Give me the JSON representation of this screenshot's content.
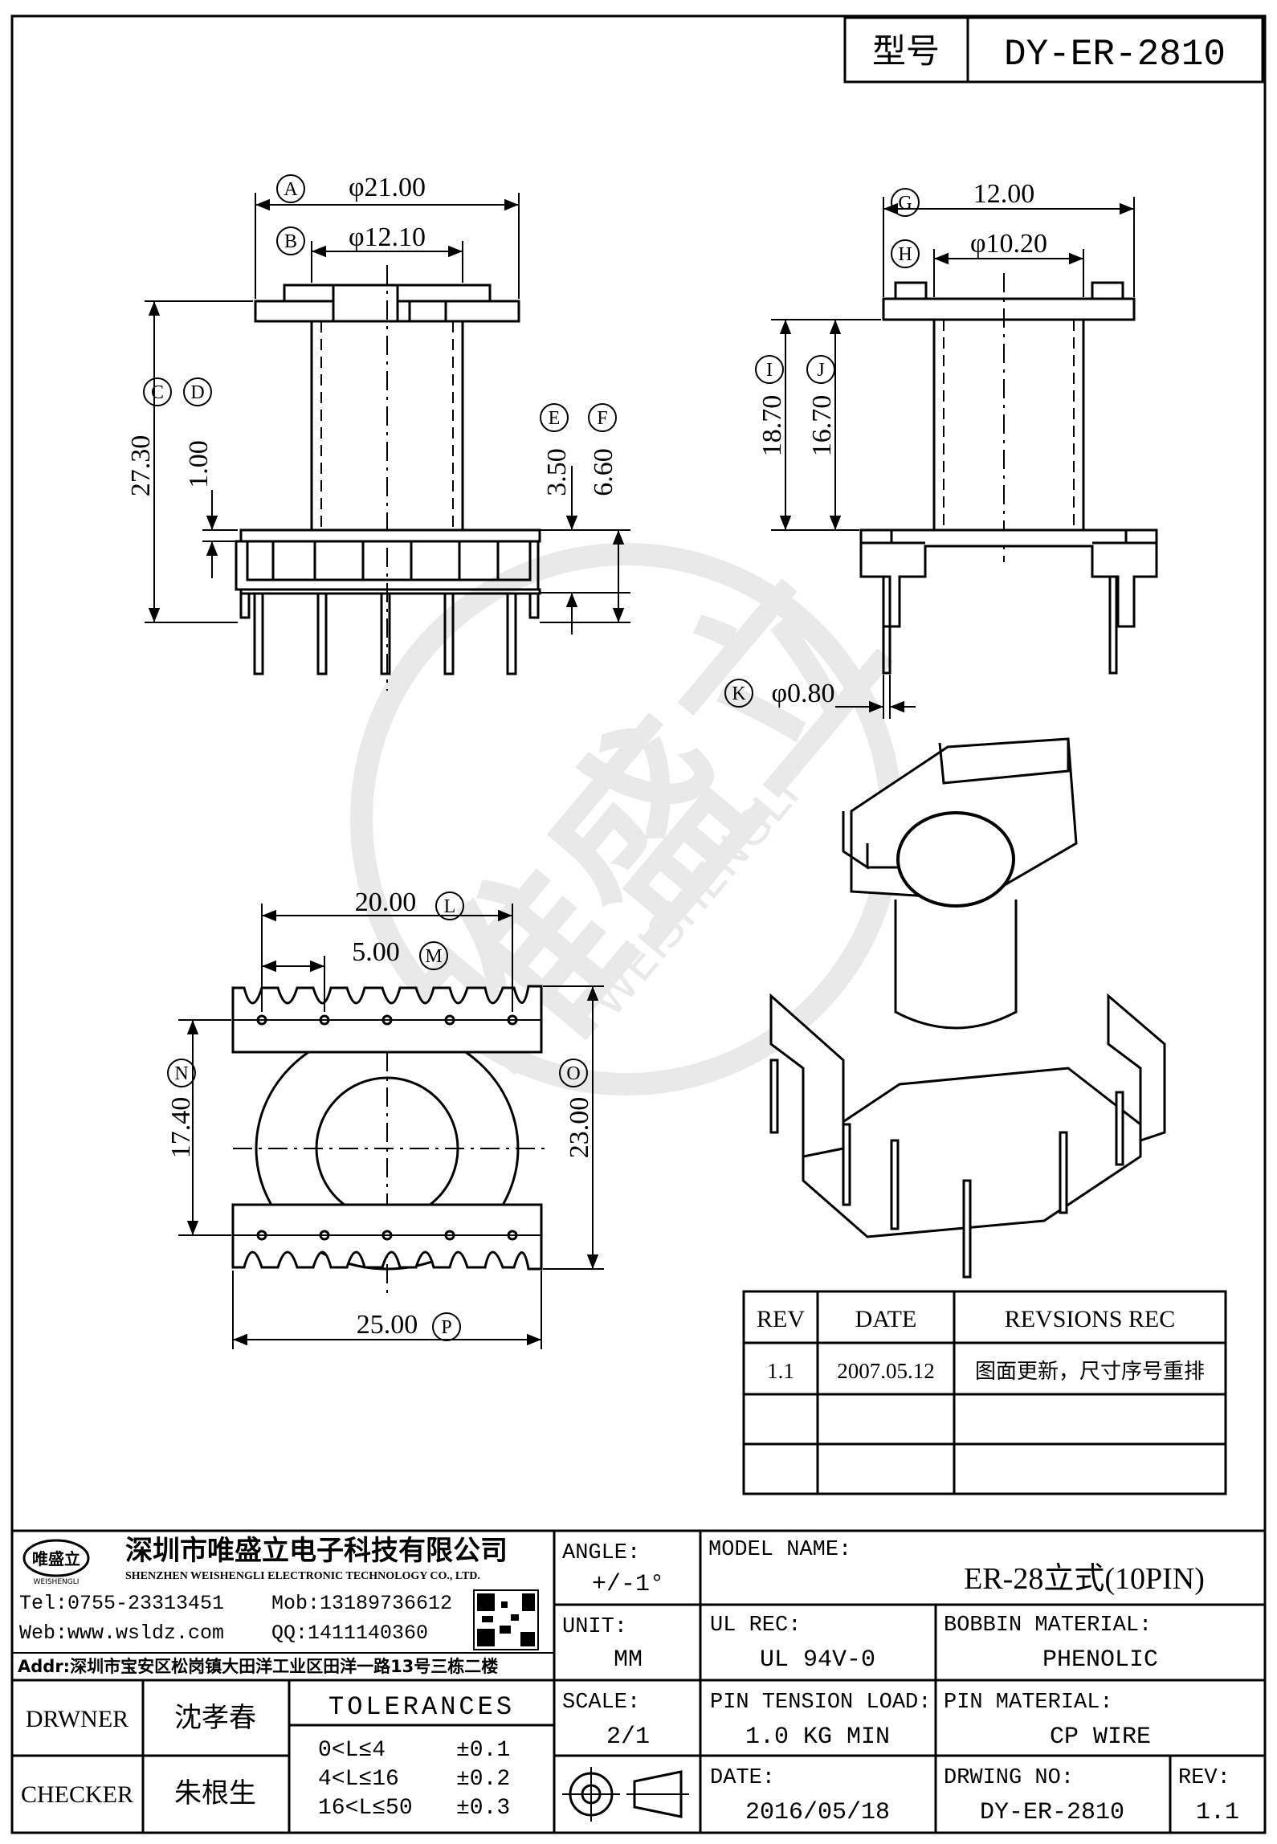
{
  "header": {
    "label": "型号",
    "part_no": "DY-ER-2810"
  },
  "dims": {
    "A": "A",
    "B": "B",
    "C": "C",
    "D": "D",
    "E": "E",
    "F": "F",
    "G": "G",
    "H": "H",
    "I": "I",
    "J": "J",
    "K": "K",
    "L": "L",
    "M": "M",
    "N": "N",
    "O": "O",
    "P": "P",
    "a": "φ21.00",
    "b": "φ12.10",
    "c": "27.30",
    "d": "1.00",
    "e": "3.50",
    "f": "6.60",
    "g": "12.00",
    "h": "φ10.20",
    "i": "18.70",
    "j": "16.70",
    "k": "φ0.80",
    "l": "20.00",
    "m": "5.00",
    "n": "17.40",
    "o": "23.00",
    "p": "25.00"
  },
  "watermark": {
    "brand": "唯盛立",
    "latin": "WEISHENGLI"
  },
  "revision": {
    "headers": [
      "REV",
      "DATE",
      "REVSIONS REC"
    ],
    "rows": [
      [
        "1.1",
        "2007.05.12",
        "图面更新，尺寸序号重排"
      ],
      [
        "",
        "",
        ""
      ],
      [
        "",
        "",
        ""
      ]
    ]
  },
  "company": {
    "logo_text": "唯盛立",
    "logo_sub": "WEISHENGLI",
    "name_cn": "深圳市唯盛立电子科技有限公司",
    "name_en": "SHENZHEN WEISHENGLI ELECTRONIC TECHNOLOGY CO., LTD.",
    "tel": "Tel:0755-23313451",
    "mob": "Mob:13189736612",
    "web": "Web:www.wsldz.com",
    "qq": "QQ:1411140360",
    "addr": "Addr:深圳市宝安区松岗镇大田洋工业区田洋一路13号三栋二楼"
  },
  "people": {
    "drawer_label": "DRWNER",
    "drawer": "沈孝春",
    "checker_label": "CHECKER",
    "checker": "朱根生"
  },
  "tolerances": {
    "title": "TOLERANCES",
    "rows": [
      [
        "0<L≤4",
        "±0.1"
      ],
      [
        "4<L≤16",
        "±0.2"
      ],
      [
        "16<L≤50",
        "±0.3"
      ]
    ]
  },
  "title_block": {
    "angle_label": "ANGLE:",
    "angle": "+/-1°",
    "unit_label": "UNIT:",
    "unit": "MM",
    "scale_label": "SCALE:",
    "scale": "2/1",
    "model_label": "MODEL NAME:",
    "model": "ER-28立式(10PIN)",
    "ul_label": "UL REC:",
    "ul": "UL 94V-0",
    "bobbin_label": "BOBBIN MATERIAL:",
    "bobbin": "PHENOLIC",
    "tension_label": "PIN TENSION LOAD:",
    "tension": "1.0 KG MIN",
    "pinmat_label": "PIN MATERIAL:",
    "pinmat": "CP WIRE",
    "date_label": "DATE:",
    "date": "2016/05/18",
    "dwg_label": "DRWING NO:",
    "dwg": "DY-ER-2810",
    "rev_label": "REV:",
    "rev": "1.1"
  }
}
